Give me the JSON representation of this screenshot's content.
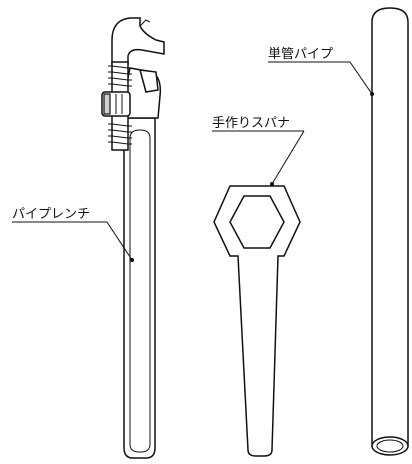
{
  "labels": {
    "pipe_wrench": "パイプレンチ",
    "handmade_spanner": "手作りスパナ",
    "single_pipe": "単管パイプ"
  }
}
